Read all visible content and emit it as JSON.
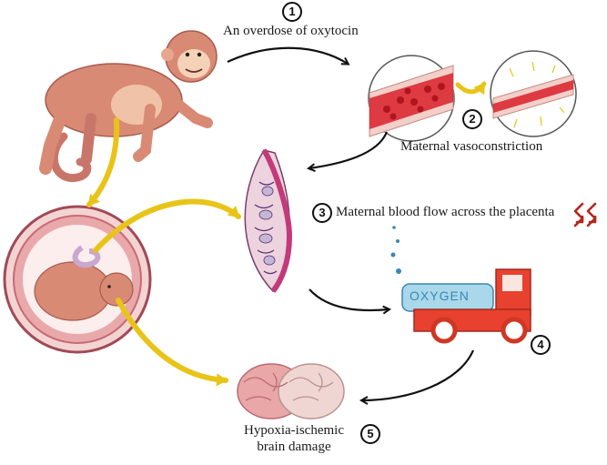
{
  "steps": [
    {
      "number": "1",
      "label": "An overdose of oxytocin"
    },
    {
      "number": "2",
      "label": "Maternal vasoconstriction"
    },
    {
      "number": "3",
      "label": "Maternal blood flow across the placenta"
    },
    {
      "number": "4",
      "label": ""
    },
    {
      "number": "5",
      "label_line1": "Hypoxia-ischemic",
      "label_line2": "brain damage"
    }
  ],
  "truck_tank_text": "OXYGEN",
  "icons": [
    "monkey-icon",
    "blood-vessel-normal-icon",
    "blood-vessel-constricted-icon",
    "placenta-icon",
    "fetus-in-womb-icon",
    "oxygen-truck-icon",
    "brain-icon",
    "down-arrows-icon"
  ],
  "colors": {
    "yellow_arrow": "#e8c419",
    "black_arrow": "#111111",
    "blood_red": "#d8202a",
    "monkey_fur": "#d98a74",
    "truck_red": "#e8412f",
    "tank_blue": "#a9d8ea",
    "brain_pink": "#e9a7a8",
    "womb_pink": "#d9888f"
  }
}
